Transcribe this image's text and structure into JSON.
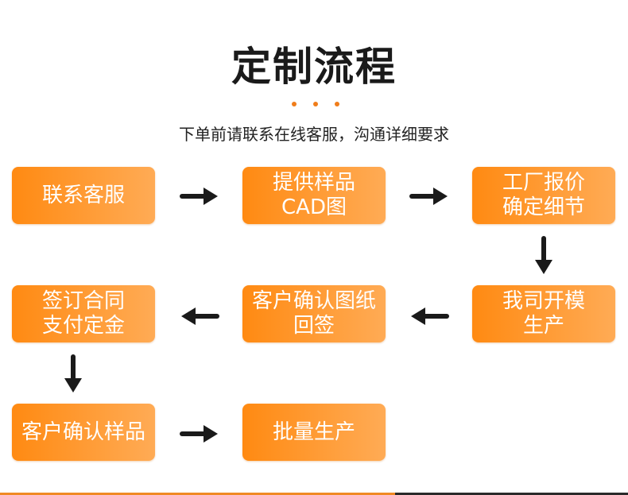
{
  "title": "定制流程",
  "subtitle": "下单前请联系在线客服，沟通详细要求",
  "steps": [
    {
      "label": "联系客服"
    },
    {
      "label": "提供样品\nCAD图"
    },
    {
      "label": "工厂报价\n确定细节"
    },
    {
      "label": "我司开模\n生产"
    },
    {
      "label": "客户确认图纸\n回签"
    },
    {
      "label": "签订合同\n支付定金"
    },
    {
      "label": "客户确认样品"
    },
    {
      "label": "批量生产"
    }
  ],
  "colors": {
    "accent": "#ff8a12",
    "arrow": "#1a1a1a"
  }
}
